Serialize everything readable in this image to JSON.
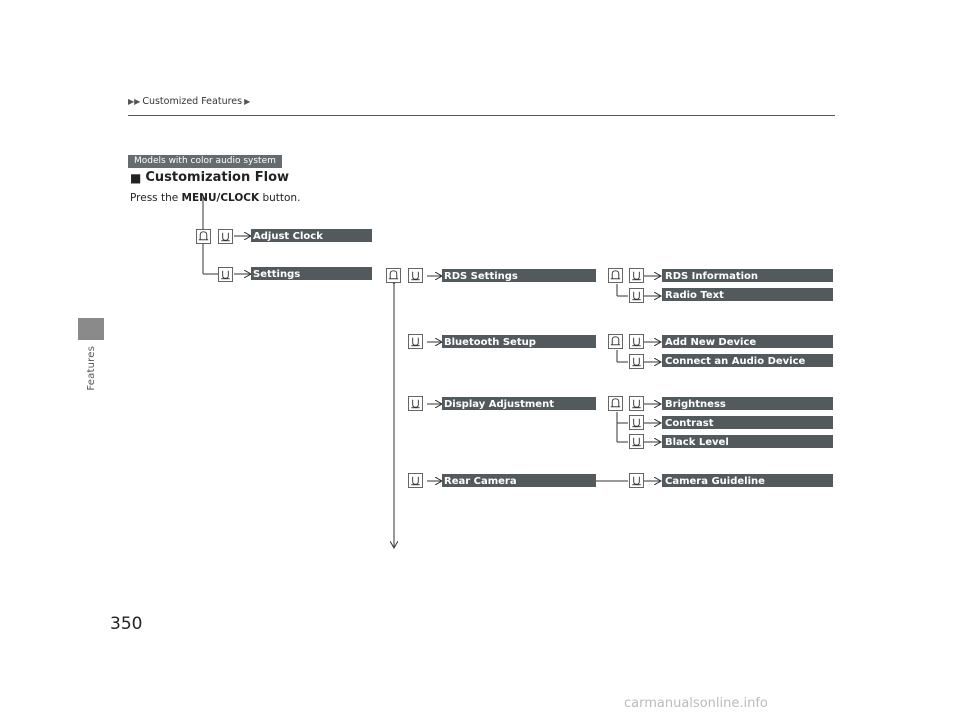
{
  "breadcrumb": {
    "label": "Customized Features"
  },
  "side_tab": {
    "label": "Features"
  },
  "badge": {
    "label": "Models with color audio system"
  },
  "section": {
    "title": "Customization Flow",
    "instruction_prefix": "Press the ",
    "instruction_button": "MENU/CLOCK",
    "instruction_suffix": " button."
  },
  "menu": {
    "adjust_clock": "Adjust Clock",
    "settings": "Settings",
    "rds_settings": "RDS Settings",
    "rds_information": "RDS Information",
    "radio_text": "Radio Text",
    "bluetooth_setup": "Bluetooth Setup",
    "add_new_device": "Add New Device",
    "connect_audio_device": "Connect an Audio Device",
    "display_adjustment": "Display Adjustment",
    "brightness": "Brightness",
    "contrast": "Contrast",
    "black_level": "Black Level",
    "rear_camera": "Rear Camera",
    "camera_guideline": "Camera Guideline"
  },
  "page_number": "350",
  "watermark": "carmanualsonline.info",
  "colors": {
    "bar": "#525a5d",
    "badge": "#656c6f",
    "tab": "#8a8a8a"
  },
  "icons": [
    "rotate-knob-icon",
    "push-knob-icon",
    "triangle-right-icon",
    "square-bullet-icon"
  ]
}
